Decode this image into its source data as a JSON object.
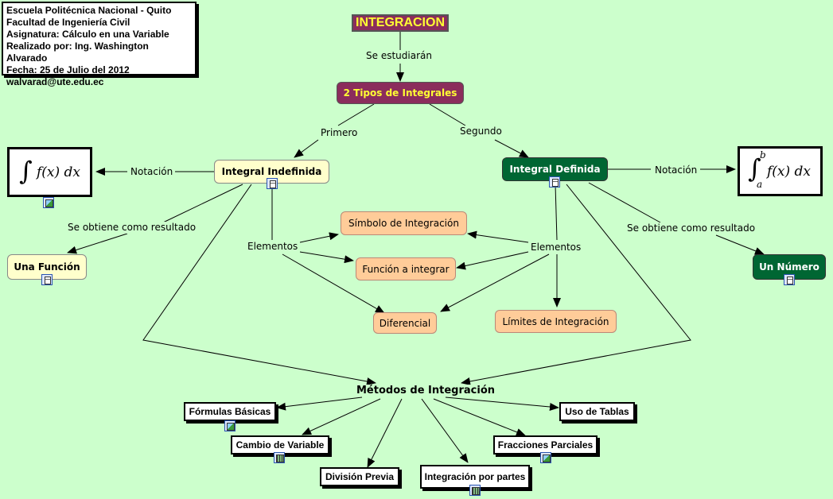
{
  "info_box": {
    "lines": [
      "Escuela Politécnica Nacional   -   Quito",
      "Facultad de Ingeniería Civil",
      "Asignatura:  Cálculo en una Variable",
      "Realizado por: Ing. Washington Alvarado",
      "Fecha: 25 de Julio del 2012",
      "walvarad@ute.edu.ec"
    ]
  },
  "title": "INTEGRACION",
  "nodes": {
    "tipos": "2 Tipos de Integrales",
    "indefinida": "Integral Indefinida",
    "definida": "Integral Definida",
    "una_funcion": "Una Función",
    "un_numero": "Un Número",
    "simbolo": "Símbolo de Integración",
    "funcion_integrar": "Función a integrar",
    "diferencial": "Diferencial",
    "limites": "Límites de Integración",
    "metodos": "Métodos de Integración",
    "formulas": "Fórmulas Básicas",
    "cambio": "Cambio de Variable",
    "division": "División Previa",
    "partes": "Integración por partes",
    "fracciones": "Fracciones Parciales",
    "tablas": "Uso de Tablas"
  },
  "links": {
    "se_estudiaran": "Se estudiarán",
    "primero": "Primero",
    "segundo": "Segundo",
    "notacion_left": "Notación",
    "notacion_right": "Notación",
    "resultado_left": "Se obtiene como resultado",
    "resultado_right": "Se obtiene como resultado",
    "elementos_left": "Elementos",
    "elementos_right": "Elementos"
  },
  "formulas": {
    "indefinite": {
      "integral": "∫",
      "expr": "f(x) dx"
    },
    "definite": {
      "integral": "∫",
      "upper": "b",
      "lower": "a",
      "expr": "f(x) dx"
    }
  },
  "colors": {
    "background": "#ccffcc",
    "title_bg": "#8b2d5c",
    "title_text": "#ffff33",
    "indefinite_bg": "#ffffcc",
    "definite_bg": "#006633",
    "element_bg": "#ffcc99"
  }
}
